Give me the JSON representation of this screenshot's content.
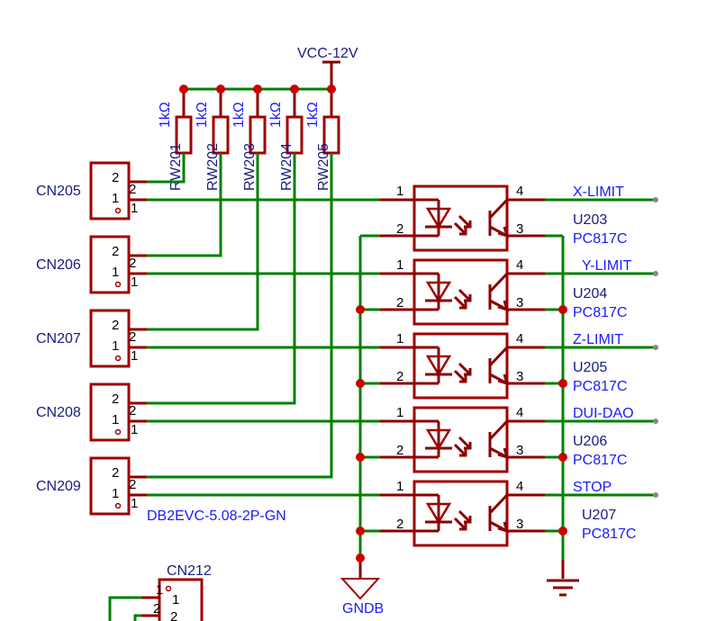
{
  "power": {
    "vcc_label": "VCC-12V",
    "gnd_label": "GNDB"
  },
  "resistors": [
    {
      "ref": "RW201",
      "value": "1kΩ"
    },
    {
      "ref": "RW202",
      "value": "1kΩ"
    },
    {
      "ref": "RW203",
      "value": "1kΩ"
    },
    {
      "ref": "RW204",
      "value": "1kΩ"
    },
    {
      "ref": "RW205",
      "value": "1kΩ"
    }
  ],
  "connectors": [
    {
      "ref": "CN205"
    },
    {
      "ref": "CN206"
    },
    {
      "ref": "CN207"
    },
    {
      "ref": "CN208"
    },
    {
      "ref": "CN209"
    }
  ],
  "connector_part": "DB2EVC-5.08-2P-GN",
  "connector_pins": [
    "1",
    "2"
  ],
  "optocouplers": [
    {
      "ref": "U203",
      "part": "PC817C",
      "net": "X-LIMIT"
    },
    {
      "ref": "U204",
      "part": "PC817C",
      "net": "Y-LIMIT"
    },
    {
      "ref": "U205",
      "part": "PC817C",
      "net": "Z-LIMIT"
    },
    {
      "ref": "U206",
      "part": "PC817C",
      "net": "DUI-DAO"
    },
    {
      "ref": "U207",
      "part": "PC817C",
      "net": "STOP"
    }
  ],
  "opto_pins": [
    "1",
    "2",
    "3",
    "4"
  ],
  "cn212": {
    "ref": "CN212",
    "pins": [
      "1",
      "2"
    ]
  },
  "colors": {
    "wire": "#008000",
    "component": "#a00000",
    "junction": "#cc0000",
    "label": "#1a1aff"
  }
}
